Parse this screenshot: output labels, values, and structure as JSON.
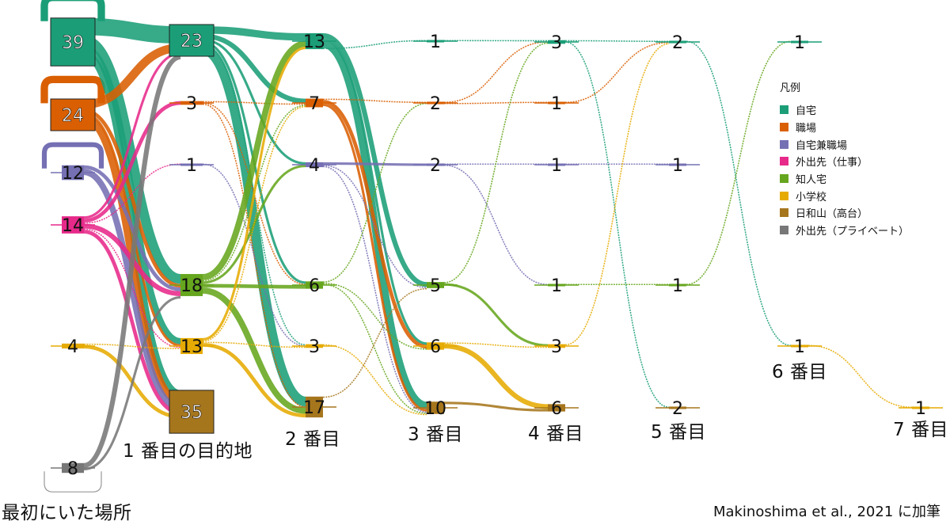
{
  "colors": {
    "home": "#1b9e77",
    "work": "#d95f02",
    "home_work": "#7570b3",
    "outing_work": "#e7298a",
    "acquaintance": "#66a61e",
    "school": "#e6ab02",
    "hiyoriyama": "#a6761d",
    "outing_private": "#777777"
  },
  "legend": {
    "title": "凡例",
    "items": [
      {
        "label": "自宅",
        "color_key": "home"
      },
      {
        "label": "職場",
        "color_key": "work"
      },
      {
        "label": "自宅兼職場",
        "color_key": "home_work"
      },
      {
        "label": "外出先（仕事）",
        "color_key": "outing_work"
      },
      {
        "label": "知人宅",
        "color_key": "acquaintance"
      },
      {
        "label": "小学校",
        "color_key": "school"
      },
      {
        "label": "日和山（高台）",
        "color_key": "hiyoriyama"
      },
      {
        "label": "外出先（プライベート）",
        "color_key": "outing_private"
      }
    ]
  },
  "stage_labels": [
    "最初にいた場所",
    "1 番目の目的地",
    "2 番目",
    "3 番目",
    "4 番目",
    "5 番目",
    "6 番目",
    "7 番目"
  ],
  "credit": "Makinoshima et al., 2021 に加筆",
  "stages": [
    {
      "nodes": [
        {
          "key": "home",
          "count": 39
        },
        {
          "key": "work",
          "count": 24
        },
        {
          "key": "home_work",
          "count": 12
        },
        {
          "key": "outing_work",
          "count": 14
        },
        {
          "key": "school",
          "count": 4
        },
        {
          "key": "outing_private",
          "count": 8
        }
      ]
    },
    {
      "nodes": [
        {
          "key": "home",
          "count": 23
        },
        {
          "key": "work",
          "count": 3
        },
        {
          "key": "home_work",
          "count": 1
        },
        {
          "key": "acquaintance",
          "count": 18
        },
        {
          "key": "school",
          "count": 13
        },
        {
          "key": "hiyoriyama",
          "count": 35
        }
      ]
    },
    {
      "nodes": [
        {
          "key": "home",
          "count": 13
        },
        {
          "key": "work",
          "count": 7
        },
        {
          "key": "home_work",
          "count": 4
        },
        {
          "key": "acquaintance",
          "count": 6
        },
        {
          "key": "school",
          "count": 3
        },
        {
          "key": "hiyoriyama",
          "count": 17
        }
      ]
    },
    {
      "nodes": [
        {
          "key": "home",
          "count": 1
        },
        {
          "key": "work",
          "count": 2
        },
        {
          "key": "home_work",
          "count": 2
        },
        {
          "key": "acquaintance",
          "count": 5
        },
        {
          "key": "school",
          "count": 6
        },
        {
          "key": "hiyoriyama",
          "count": 10
        }
      ]
    },
    {
      "nodes": [
        {
          "key": "home",
          "count": 3
        },
        {
          "key": "work",
          "count": 1
        },
        {
          "key": "home_work",
          "count": 1
        },
        {
          "key": "acquaintance",
          "count": 1
        },
        {
          "key": "school",
          "count": 3
        },
        {
          "key": "hiyoriyama",
          "count": 6
        }
      ]
    },
    {
      "nodes": [
        {
          "key": "home",
          "count": 2
        },
        {
          "key": "home_work",
          "count": 1
        },
        {
          "key": "acquaintance",
          "count": 1
        },
        {
          "key": "hiyoriyama",
          "count": 2
        }
      ]
    },
    {
      "nodes": [
        {
          "key": "home",
          "count": 1
        },
        {
          "key": "school",
          "count": 1
        }
      ]
    },
    {
      "nodes": [
        {
          "key": "school",
          "count": 1
        }
      ]
    }
  ],
  "flows": [
    {
      "from": [
        0,
        "home"
      ],
      "to": [
        0,
        "home"
      ],
      "n": 6,
      "type": "loop"
    },
    {
      "from": [
        0,
        "work"
      ],
      "to": [
        0,
        "work"
      ],
      "n": 6,
      "type": "loop"
    },
    {
      "from": [
        0,
        "home_work"
      ],
      "to": [
        0,
        "home_work"
      ],
      "n": 4,
      "type": "loop"
    },
    {
      "from": [
        0,
        "outing_private"
      ],
      "to": [
        0,
        "outing_private"
      ],
      "n": 2,
      "type": "loop"
    },
    {
      "from": [
        0,
        "home"
      ],
      "to": [
        1,
        "home"
      ],
      "n": 14
    },
    {
      "from": [
        0,
        "home"
      ],
      "to": [
        1,
        "acquaintance"
      ],
      "n": 8
    },
    {
      "from": [
        0,
        "home"
      ],
      "to": [
        1,
        "school"
      ],
      "n": 5
    },
    {
      "from": [
        0,
        "home"
      ],
      "to": [
        1,
        "hiyoriyama"
      ],
      "n": 6
    },
    {
      "from": [
        0,
        "work"
      ],
      "to": [
        1,
        "home"
      ],
      "n": 7
    },
    {
      "from": [
        0,
        "work"
      ],
      "to": [
        1,
        "acquaintance"
      ],
      "n": 3
    },
    {
      "from": [
        0,
        "work"
      ],
      "to": [
        1,
        "school"
      ],
      "n": 2
    },
    {
      "from": [
        0,
        "work"
      ],
      "to": [
        1,
        "hiyoriyama"
      ],
      "n": 6
    },
    {
      "from": [
        0,
        "home_work"
      ],
      "to": [
        1,
        "acquaintance"
      ],
      "n": 3
    },
    {
      "from": [
        0,
        "home_work"
      ],
      "to": [
        1,
        "hiyoriyama"
      ],
      "n": 5
    },
    {
      "from": [
        0,
        "outing_work"
      ],
      "to": [
        1,
        "home"
      ],
      "n": 2
    },
    {
      "from": [
        0,
        "outing_work"
      ],
      "to": [
        1,
        "work"
      ],
      "n": 3
    },
    {
      "from": [
        0,
        "outing_work"
      ],
      "to": [
        1,
        "home_work"
      ],
      "n": 1
    },
    {
      "from": [
        0,
        "outing_work"
      ],
      "to": [
        1,
        "acquaintance"
      ],
      "n": 4
    },
    {
      "from": [
        0,
        "outing_work"
      ],
      "to": [
        1,
        "school"
      ],
      "n": 1
    },
    {
      "from": [
        0,
        "outing_work"
      ],
      "to": [
        1,
        "hiyoriyama"
      ],
      "n": 3
    },
    {
      "from": [
        0,
        "school"
      ],
      "to": [
        1,
        "school"
      ],
      "n": 1
    },
    {
      "from": [
        0,
        "school"
      ],
      "to": [
        1,
        "hiyoriyama"
      ],
      "n": 3
    },
    {
      "from": [
        0,
        "outing_private"
      ],
      "to": [
        1,
        "home"
      ],
      "n": 4
    },
    {
      "from": [
        0,
        "outing_private"
      ],
      "to": [
        1,
        "acquaintance"
      ],
      "n": 2
    },
    {
      "from": [
        1,
        "home"
      ],
      "to": [
        2,
        "home"
      ],
      "n": 6
    },
    {
      "from": [
        1,
        "home"
      ],
      "to": [
        2,
        "work"
      ],
      "n": 4
    },
    {
      "from": [
        1,
        "home"
      ],
      "to": [
        2,
        "home_work"
      ],
      "n": 2
    },
    {
      "from": [
        1,
        "home"
      ],
      "to": [
        2,
        "acquaintance"
      ],
      "n": 2
    },
    {
      "from": [
        1,
        "home"
      ],
      "to": [
        2,
        "school"
      ],
      "n": 1
    },
    {
      "from": [
        1,
        "home"
      ],
      "to": [
        2,
        "hiyoriyama"
      ],
      "n": 8
    },
    {
      "from": [
        1,
        "work"
      ],
      "to": [
        2,
        "work"
      ],
      "n": 1
    },
    {
      "from": [
        1,
        "work"
      ],
      "to": [
        2,
        "acquaintance"
      ],
      "n": 1
    },
    {
      "from": [
        1,
        "work"
      ],
      "to": [
        2,
        "hiyoriyama"
      ],
      "n": 1
    },
    {
      "from": [
        1,
        "home_work"
      ],
      "to": [
        2,
        "school"
      ],
      "n": 1
    },
    {
      "from": [
        1,
        "acquaintance"
      ],
      "to": [
        2,
        "home"
      ],
      "n": 5
    },
    {
      "from": [
        1,
        "acquaintance"
      ],
      "to": [
        2,
        "work"
      ],
      "n": 1
    },
    {
      "from": [
        1,
        "acquaintance"
      ],
      "to": [
        2,
        "home_work"
      ],
      "n": 2
    },
    {
      "from": [
        1,
        "acquaintance"
      ],
      "to": [
        2,
        "acquaintance"
      ],
      "n": 3
    },
    {
      "from": [
        1,
        "acquaintance"
      ],
      "to": [
        2,
        "hiyoriyama"
      ],
      "n": 5
    },
    {
      "from": [
        1,
        "school"
      ],
      "to": [
        2,
        "home"
      ],
      "n": 2
    },
    {
      "from": [
        1,
        "school"
      ],
      "to": [
        2,
        "work"
      ],
      "n": 1
    },
    {
      "from": [
        1,
        "school"
      ],
      "to": [
        2,
        "school"
      ],
      "n": 1
    },
    {
      "from": [
        1,
        "school"
      ],
      "to": [
        2,
        "hiyoriyama"
      ],
      "n": 3
    },
    {
      "from": [
        2,
        "home"
      ],
      "to": [
        3,
        "acquaintance"
      ],
      "n": 4
    },
    {
      "from": [
        2,
        "home"
      ],
      "to": [
        3,
        "school"
      ],
      "n": 2
    },
    {
      "from": [
        2,
        "home"
      ],
      "to": [
        3,
        "hiyoriyama"
      ],
      "n": 6
    },
    {
      "from": [
        2,
        "home"
      ],
      "to": [
        3,
        "home"
      ],
      "n": 1
    },
    {
      "from": [
        2,
        "work"
      ],
      "to": [
        3,
        "work"
      ],
      "n": 1
    },
    {
      "from": [
        2,
        "work"
      ],
      "to": [
        3,
        "school"
      ],
      "n": 3
    },
    {
      "from": [
        2,
        "work"
      ],
      "to": [
        3,
        "hiyoriyama"
      ],
      "n": 2
    },
    {
      "from": [
        2,
        "home_work"
      ],
      "to": [
        3,
        "home_work"
      ],
      "n": 2
    },
    {
      "from": [
        2,
        "home_work"
      ],
      "to": [
        3,
        "acquaintance"
      ],
      "n": 1
    },
    {
      "from": [
        2,
        "home_work"
      ],
      "to": [
        3,
        "hiyoriyama"
      ],
      "n": 1
    },
    {
      "from": [
        2,
        "acquaintance"
      ],
      "to": [
        3,
        "work"
      ],
      "n": 1
    },
    {
      "from": [
        2,
        "acquaintance"
      ],
      "to": [
        3,
        "school"
      ],
      "n": 1
    },
    {
      "from": [
        2,
        "acquaintance"
      ],
      "to": [
        3,
        "hiyoriyama"
      ],
      "n": 1
    },
    {
      "from": [
        2,
        "school"
      ],
      "to": [
        3,
        "hiyoriyama"
      ],
      "n": 1
    },
    {
      "from": [
        2,
        "hiyoriyama"
      ],
      "to": [
        3,
        "acquaintance"
      ],
      "n": 1
    },
    {
      "from": [
        3,
        "home"
      ],
      "to": [
        4,
        "home"
      ],
      "n": 1
    },
    {
      "from": [
        3,
        "work"
      ],
      "to": [
        4,
        "home"
      ],
      "n": 1
    },
    {
      "from": [
        3,
        "work"
      ],
      "to": [
        4,
        "work"
      ],
      "n": 1
    },
    {
      "from": [
        3,
        "home_work"
      ],
      "to": [
        4,
        "home_work"
      ],
      "n": 1
    },
    {
      "from": [
        3,
        "home_work"
      ],
      "to": [
        4,
        "acquaintance"
      ],
      "n": 1
    },
    {
      "from": [
        3,
        "acquaintance"
      ],
      "to": [
        4,
        "home"
      ],
      "n": 1
    },
    {
      "from": [
        3,
        "acquaintance"
      ],
      "to": [
        4,
        "school"
      ],
      "n": 2
    },
    {
      "from": [
        3,
        "school"
      ],
      "to": [
        4,
        "school"
      ],
      "n": 1
    },
    {
      "from": [
        3,
        "school"
      ],
      "to": [
        4,
        "hiyoriyama"
      ],
      "n": 4
    },
    {
      "from": [
        3,
        "hiyoriyama"
      ],
      "to": [
        4,
        "hiyoriyama"
      ],
      "n": 2
    },
    {
      "from": [
        4,
        "home"
      ],
      "to": [
        5,
        "home"
      ],
      "n": 1
    },
    {
      "from": [
        4,
        "home"
      ],
      "to": [
        5,
        "hiyoriyama"
      ],
      "n": 1
    },
    {
      "from": [
        4,
        "work"
      ],
      "to": [
        5,
        "home"
      ],
      "n": 1
    },
    {
      "from": [
        4,
        "home_work"
      ],
      "to": [
        5,
        "home_work"
      ],
      "n": 1
    },
    {
      "from": [
        4,
        "acquaintance"
      ],
      "to": [
        5,
        "acquaintance"
      ],
      "n": 1
    },
    {
      "from": [
        4,
        "school"
      ],
      "to": [
        5,
        "home"
      ],
      "n": 1
    },
    {
      "from": [
        5,
        "home"
      ],
      "to": [
        6,
        "school"
      ],
      "n": 1
    },
    {
      "from": [
        5,
        "acquaintance"
      ],
      "to": [
        6,
        "home"
      ],
      "n": 1
    },
    {
      "from": [
        6,
        "school"
      ],
      "to": [
        7,
        "school"
      ],
      "n": 1
    }
  ]
}
